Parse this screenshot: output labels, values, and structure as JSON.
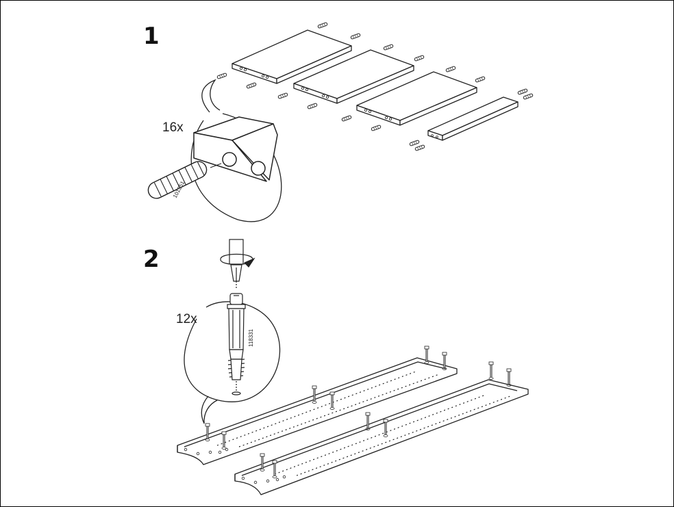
{
  "steps": [
    {
      "number": "1",
      "quantity": "16x",
      "part_number": "101351"
    },
    {
      "number": "2",
      "quantity": "12x",
      "part_number": "118331"
    }
  ]
}
